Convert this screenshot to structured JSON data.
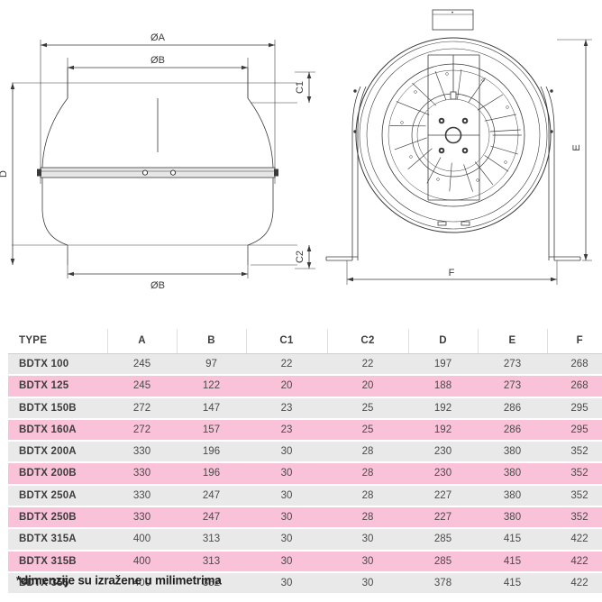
{
  "drawings": {
    "left": {
      "caption": "front-elevation-section-view",
      "labels": {
        "diameter_a": "ØA",
        "diameter_b_top": "ØB",
        "diameter_b_bottom": "ØB",
        "c1": "C1",
        "c2": "C2",
        "d": "D"
      }
    },
    "right": {
      "caption": "end-view-with-mounting-feet",
      "labels": {
        "e": "E",
        "f": "F"
      }
    }
  },
  "table": {
    "columns": [
      "TYPE",
      "A",
      "B",
      "C1",
      "C2",
      "D",
      "E",
      "F"
    ],
    "rows": [
      {
        "style": "gray",
        "cells": [
          "BDTX 100",
          "245",
          "97",
          "22",
          "22",
          "197",
          "273",
          "268"
        ]
      },
      {
        "style": "pink",
        "cells": [
          "BDTX 125",
          "245",
          "122",
          "20",
          "20",
          "188",
          "273",
          "268"
        ]
      },
      {
        "style": "gray",
        "cells": [
          "BDTX 150B",
          "272",
          "147",
          "23",
          "25",
          "192",
          "286",
          "295"
        ]
      },
      {
        "style": "pink",
        "cells": [
          "BDTX 160A",
          "272",
          "157",
          "23",
          "25",
          "192",
          "286",
          "295"
        ]
      },
      {
        "style": "gray",
        "cells": [
          "BDTX 200A",
          "330",
          "196",
          "30",
          "28",
          "230",
          "380",
          "352"
        ]
      },
      {
        "style": "pink",
        "cells": [
          "BDTX 200B",
          "330",
          "196",
          "30",
          "28",
          "230",
          "380",
          "352"
        ]
      },
      {
        "style": "gray",
        "cells": [
          "BDTX 250A",
          "330",
          "247",
          "30",
          "28",
          "227",
          "380",
          "352"
        ]
      },
      {
        "style": "pink",
        "cells": [
          "BDTX 250B",
          "330",
          "247",
          "30",
          "28",
          "227",
          "380",
          "352"
        ]
      },
      {
        "style": "gray",
        "cells": [
          "BDTX 315A",
          "400",
          "313",
          "30",
          "30",
          "285",
          "415",
          "422"
        ]
      },
      {
        "style": "pink",
        "cells": [
          "BDTX 315B",
          "400",
          "313",
          "30",
          "30",
          "285",
          "415",
          "422"
        ]
      },
      {
        "style": "gray",
        "cells": [
          "BDTX 355",
          "400",
          "352",
          "30",
          "30",
          "378",
          "415",
          "422"
        ]
      }
    ]
  },
  "footnote": "*dimenzije su izražene u milimetrima",
  "colors": {
    "row_gray": "#e9e9e9",
    "row_pink": "#f9c2d9",
    "line": "#3a3a3a",
    "text": "#4a4a4a"
  }
}
